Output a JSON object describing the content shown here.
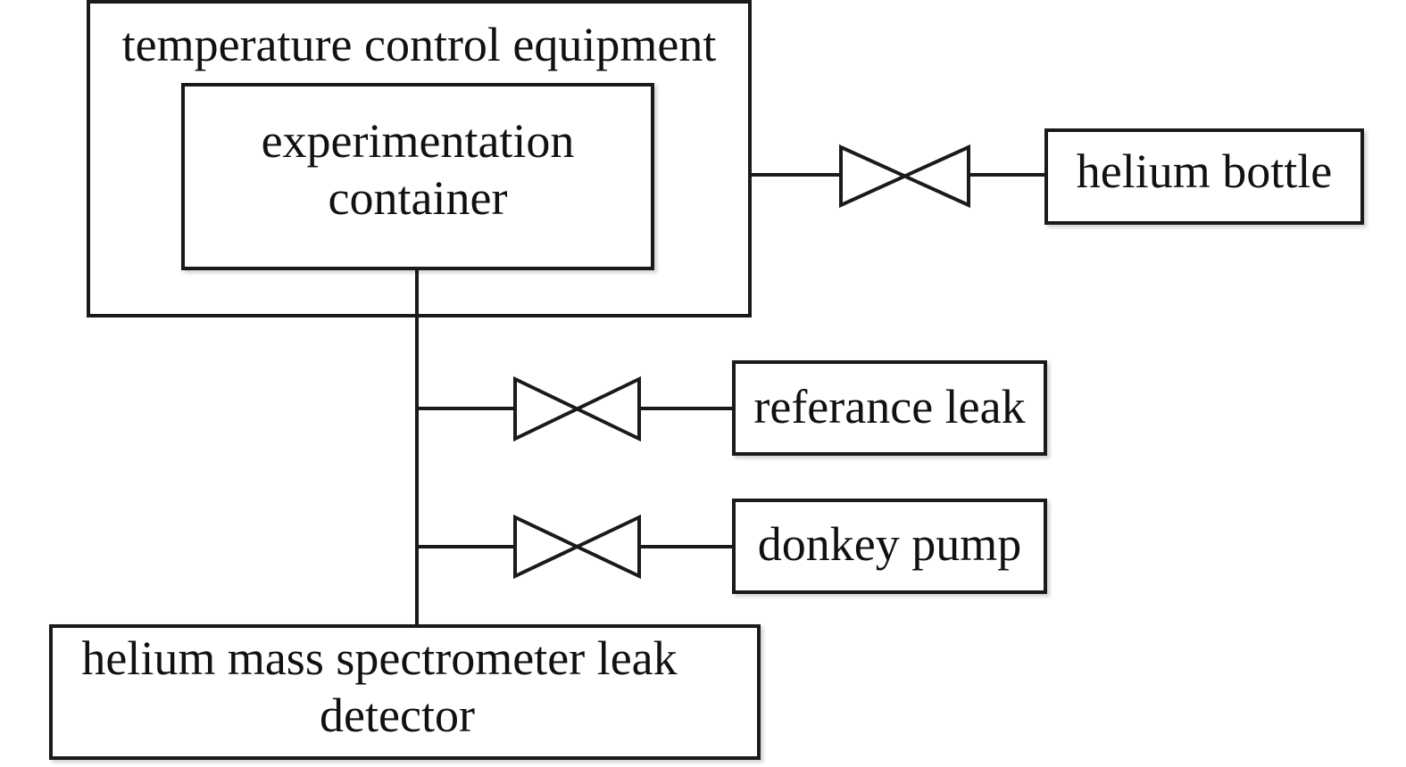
{
  "diagram": {
    "temperature_control": {
      "label": "temperature control equipment"
    },
    "experimentation_container": {
      "line1": "experimentation",
      "line2": "container"
    },
    "helium_bottle": {
      "label": "helium bottle"
    },
    "reference_leak": {
      "label": "referance leak"
    },
    "donkey_pump": {
      "label": "donkey pump"
    },
    "leak_detector": {
      "line1": "helium mass spectrometer leak",
      "line2": "detector"
    }
  }
}
